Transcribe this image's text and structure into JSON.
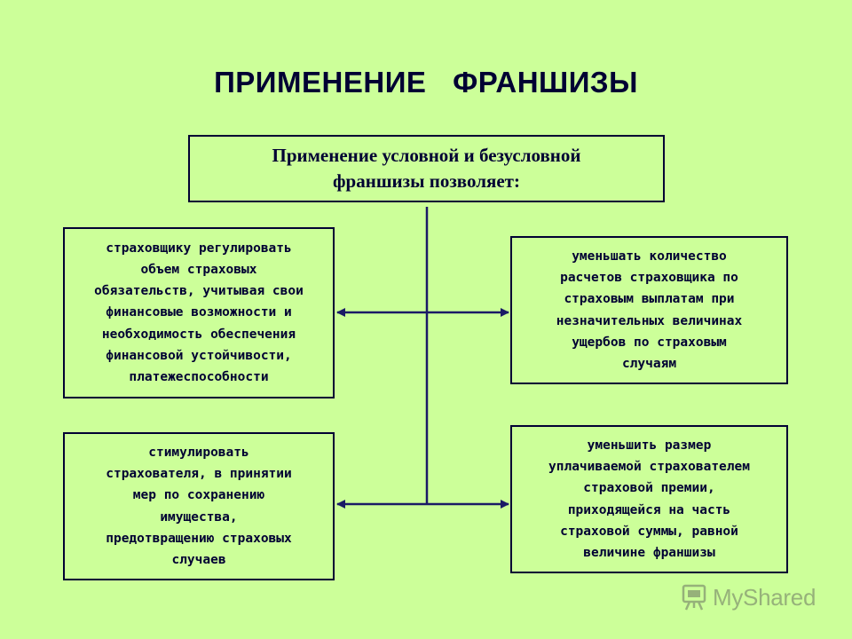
{
  "title": "ПРИМЕНЕНИЕ ФРАНШИЗЫ",
  "root": {
    "line1": "Применение условной и безусловной",
    "line2": "франшизы позволяет:"
  },
  "items": [
    {
      "lines": [
        "страховщику регулировать",
        "объем страховых",
        "обязательств, учитывая свои",
        "финансовые возможности и",
        "необходимость обеспечения",
        "финансовой устойчивости,",
        "платежеспособности"
      ]
    },
    {
      "lines": [
        "уменьшать количество",
        "расчетов страховщика по",
        "страховым выплатам при",
        "незначительных величинах",
        "ущербов по страховым",
        "случаям"
      ]
    },
    {
      "lines": [
        "стимулировать",
        "страхователя, в принятии",
        "мер по сохранению",
        "имущества,",
        "предотвращению страховых",
        "случаев"
      ]
    },
    {
      "lines": [
        "уменьшить размер",
        "уплачиваемой страхователем",
        "страховой премии,",
        "приходящейся на часть",
        "страховой суммы, равной",
        "величине франшизы"
      ]
    }
  ],
  "watermark": {
    "brand": "MyShared",
    "icon": "presentation-screen-icon"
  },
  "colors": {
    "background": "#ccff99",
    "ink": "#000033",
    "line": "#1a1a66"
  }
}
